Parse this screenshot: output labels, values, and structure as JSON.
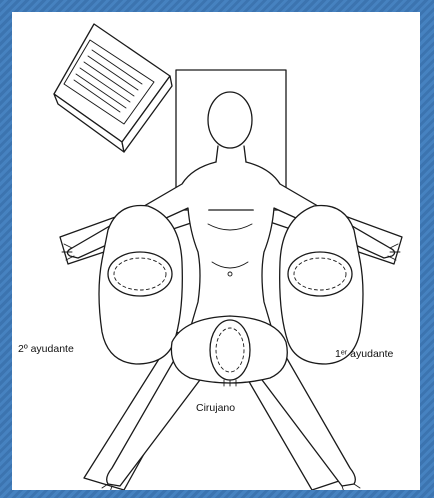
{
  "labels": {
    "assistant_2": "2º ayudante",
    "assistant_1": "1ᵉʳ ayudante",
    "surgeon": "Cirujano"
  }
}
